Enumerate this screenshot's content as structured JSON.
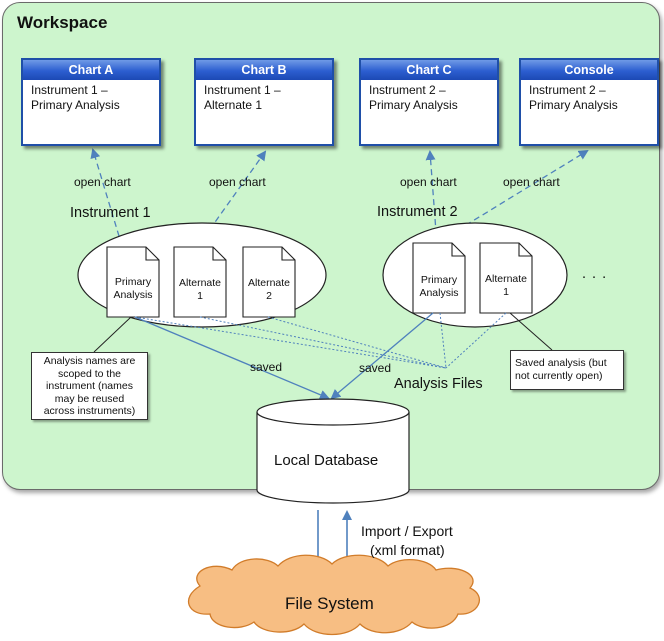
{
  "workspace": {
    "title": "Workspace"
  },
  "windows": [
    {
      "title": "Chart A",
      "line1": "Instrument 1 –",
      "line2": "Primary Analysis"
    },
    {
      "title": "Chart B",
      "line1": "Instrument 1 –",
      "line2": "Alternate 1"
    },
    {
      "title": "Chart C",
      "line1": "Instrument 2 –",
      "line2": "Primary Analysis"
    },
    {
      "title": "Console",
      "line1": "Instrument 2 –",
      "line2": "Primary Analysis"
    }
  ],
  "edge_labels": {
    "open_chart": "open chart",
    "saved": "saved",
    "analysis_files": "Analysis Files"
  },
  "instruments": [
    {
      "label": "Instrument 1",
      "docs": [
        {
          "line1": "Primary",
          "line2": "Analysis"
        },
        {
          "line1": "Alternate",
          "line2": "1"
        },
        {
          "line1": "Alternate",
          "line2": "2"
        }
      ]
    },
    {
      "label": "Instrument 2",
      "docs": [
        {
          "line1": "Primary",
          "line2": "Analysis"
        },
        {
          "line1": "Alternate",
          "line2": "1"
        }
      ]
    }
  ],
  "ellipsis": ". . .",
  "notes": {
    "scoped": [
      "Analysis names are",
      "scoped to the",
      "instrument (names",
      "may be reused",
      "across instruments)"
    ],
    "saved_analysis": [
      "Saved analysis (but",
      "not currently open)"
    ]
  },
  "database": {
    "label": "Local Database"
  },
  "import_export": {
    "line1": "Import / Export",
    "line2": "(xml format)"
  },
  "file_system": {
    "label": "File System"
  },
  "colors": {
    "workspace_bg": "#cdf5cd",
    "window_border": "#1f4fa8",
    "arrow": "#4f81bd"
  }
}
